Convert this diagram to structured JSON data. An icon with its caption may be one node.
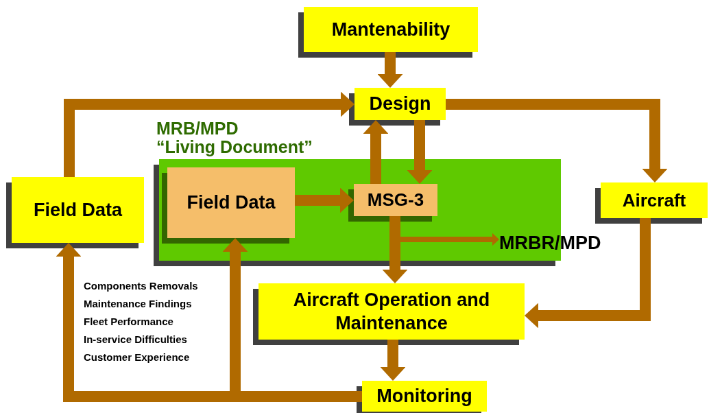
{
  "diagram": {
    "nodes": [
      {
        "text": [
          "Mantenability"
        ]
      },
      {
        "text": [
          "Design"
        ]
      },
      {
        "text": [
          "Field Data"
        ]
      },
      {
        "text": [
          "MRB/MPD",
          "“Living Document”"
        ]
      },
      {
        "text": [
          "Field Data"
        ],
        "in": 3
      },
      {
        "text": [
          "MSG-3"
        ],
        "in": 3
      },
      {
        "text": [
          "MRBR/MPD"
        ]
      },
      {
        "text": [
          "Aircraft"
        ]
      },
      {
        "text": [
          "Aircraft Operation and Maintenance"
        ]
      },
      {
        "text": [
          "Monitoring"
        ]
      }
    ],
    "edges": [
      {
        "from": 0,
        "to": 1,
        "arrow": "to"
      },
      {
        "from": 2,
        "to": 1,
        "arrow": "to"
      },
      {
        "from": 5,
        "to": 1,
        "arrow": "to"
      },
      {
        "from": 1,
        "to": 5,
        "arrow": "to"
      },
      {
        "from": 4,
        "to": 5,
        "arrow": "to"
      },
      {
        "from": 5,
        "to": 6,
        "arrow": "to"
      },
      {
        "from": 5,
        "to": 8,
        "arrow": "to"
      },
      {
        "from": 1,
        "to": 7,
        "arrow": "to"
      },
      {
        "from": 7,
        "to": 8,
        "arrow": "to"
      },
      {
        "from": 8,
        "to": 9,
        "arrow": "to"
      },
      {
        "from": 9,
        "to": 2,
        "arrow": "to"
      },
      {
        "from": 9,
        "to": 4,
        "arrow": "to"
      }
    ],
    "labels": [
      "Components Removals",
      "Maintenance Findings",
      "Fleet Performance",
      "In-service Difficulties",
      "Customer Experience"
    ]
  }
}
